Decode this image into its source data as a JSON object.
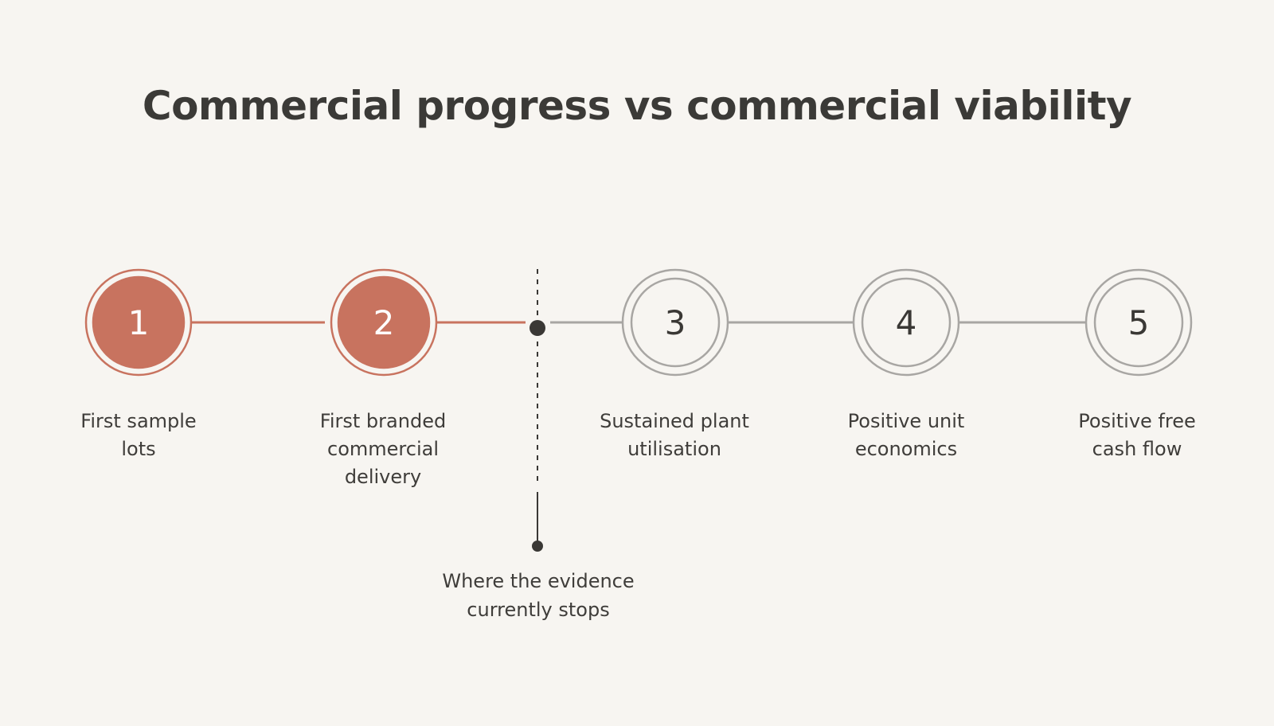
{
  "title": "Commercial progress vs commercial viability",
  "colors": {
    "background": "#f7f5f1",
    "achieved": "#c8735f",
    "achieved_line": "#c8735f",
    "pending": "#a8a6a3",
    "marker": "#3a3835",
    "text": "#3f3d3a"
  },
  "steps": [
    {
      "number": "1",
      "label_lines": [
        "First sample",
        "lots"
      ],
      "status": "achieved"
    },
    {
      "number": "2",
      "label_lines": [
        "First branded",
        "commercial",
        "delivery"
      ],
      "status": "achieved"
    },
    {
      "number": "3",
      "label_lines": [
        "Sustained plant",
        "utilisation"
      ],
      "status": "pending"
    },
    {
      "number": "4",
      "label_lines": [
        "Positive unit",
        "economics"
      ],
      "status": "pending"
    },
    {
      "number": "5",
      "label_lines": [
        "Positive free",
        "cash flow"
      ],
      "status": "pending"
    }
  ],
  "marker": {
    "label_lines": [
      "Where the evidence",
      "currently stops"
    ]
  }
}
